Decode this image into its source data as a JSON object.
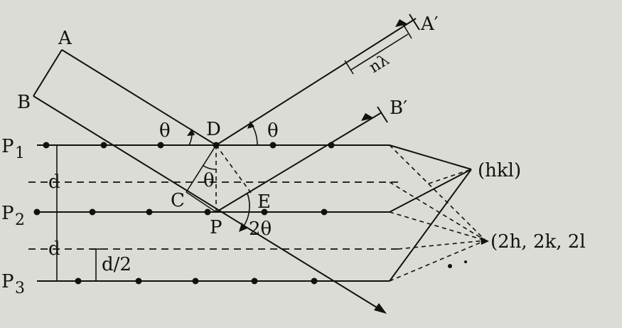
{
  "labels": {
    "A": "A",
    "B": "B",
    "A_prime": "A′",
    "B_prime": "B′",
    "C": "C",
    "D": "D",
    "E": "E",
    "P": "P",
    "P1": "P",
    "P1_sub": "1",
    "P2": "P",
    "P2_sub": "2",
    "P3": "P",
    "P3_sub": "3",
    "d_upper": "d",
    "d_lower": "d",
    "d_half": "d/2",
    "n_lambda": "nλ",
    "theta_incident": "θ",
    "theta_reflected": "θ",
    "theta_inner": "θ",
    "two_theta": "2θ",
    "plane_hkl": "(hkl)",
    "plane_2h2k2l": "(2h, 2k, 2l"
  },
  "colors": {
    "ink": "#111111",
    "paper": "#dcdcd6"
  }
}
